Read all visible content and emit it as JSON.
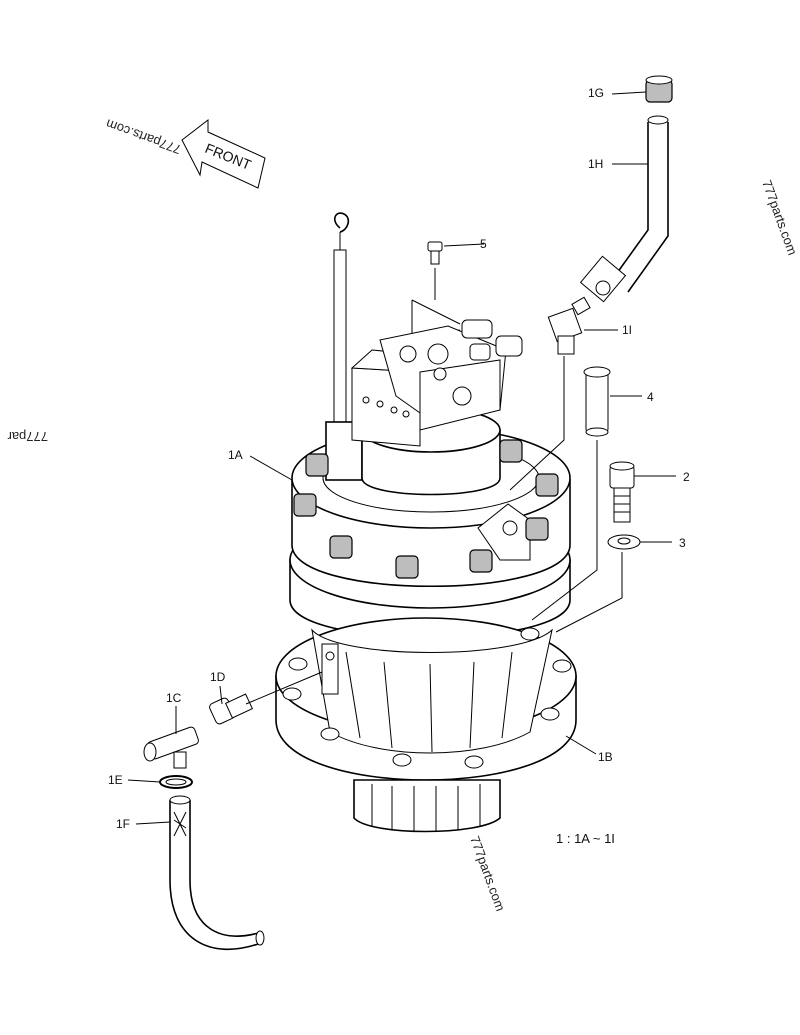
{
  "front_arrow": {
    "label": "FRONT"
  },
  "watermarks": {
    "top_left": "777parts.com",
    "right": "777parts.com",
    "left_edge": "777par",
    "bottom": "777parts.com"
  },
  "callouts": {
    "c1A": "1A",
    "c1B": "1B",
    "c1C": "1C",
    "c1D": "1D",
    "c1E": "1E",
    "c1F": "1F",
    "c1G": "1G",
    "c1H": "1H",
    "c1I": "1I",
    "c2": "2",
    "c3": "3",
    "c4": "4",
    "c5": "5"
  },
  "assembly_note": "1 : 1A ~ 1I"
}
